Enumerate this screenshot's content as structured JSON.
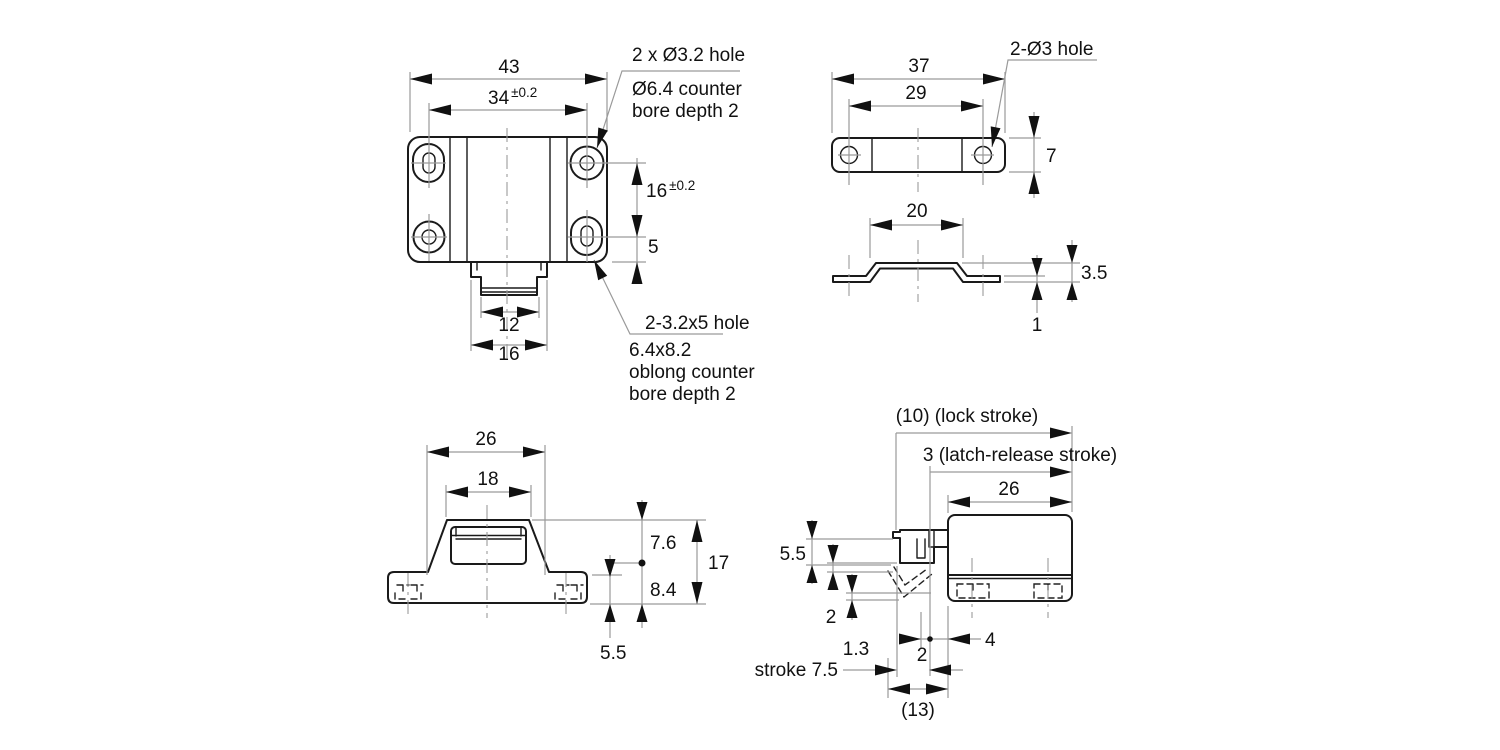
{
  "drawing": {
    "background": "#ffffff",
    "object_line_color": "#1a1a1a",
    "dimension_line_color": "#9a9a9a",
    "front_view": {
      "width": "43",
      "hole_span": "34",
      "hole_span_tol": "±0.2",
      "hole_rise": "16",
      "hole_rise_tol": "±0.2",
      "edge_gap": "5",
      "tab_width": "12",
      "tab_base": "16",
      "callout_hole": "2 x Ø3.2 hole",
      "callout_cbore_1": "Ø6.4 counter",
      "callout_cbore_2": "bore depth 2",
      "callout_slot": "2-3.2x5 hole",
      "callout_slot_cbore_1": "6.4x8.2",
      "callout_slot_cbore_2": "oblong counter",
      "callout_slot_cbore_3": "bore depth 2"
    },
    "strike_top_view": {
      "width": "37",
      "hole_span": "29",
      "depth": "7",
      "callout_hole": "2-Ø3 hole"
    },
    "strike_side_view": {
      "channel_width": "20",
      "height": "3.5",
      "thickness": "1"
    },
    "side_view": {
      "top_width": "26",
      "slot_width": "18",
      "upper": "7.6",
      "lower": "8.4",
      "height": "17",
      "base_height": "5.5"
    },
    "stroke_view": {
      "lock_stroke": "(10) (lock stroke)",
      "latch_release": "3 (latch-release stroke)",
      "body_width": "26",
      "plunger_height": "5.5",
      "hook_drop": "2",
      "hook_gap": "1.3",
      "stroke": "stroke 7.5",
      "pin_offset": "2",
      "pin_to_body": "4",
      "overall": "(13)"
    }
  }
}
